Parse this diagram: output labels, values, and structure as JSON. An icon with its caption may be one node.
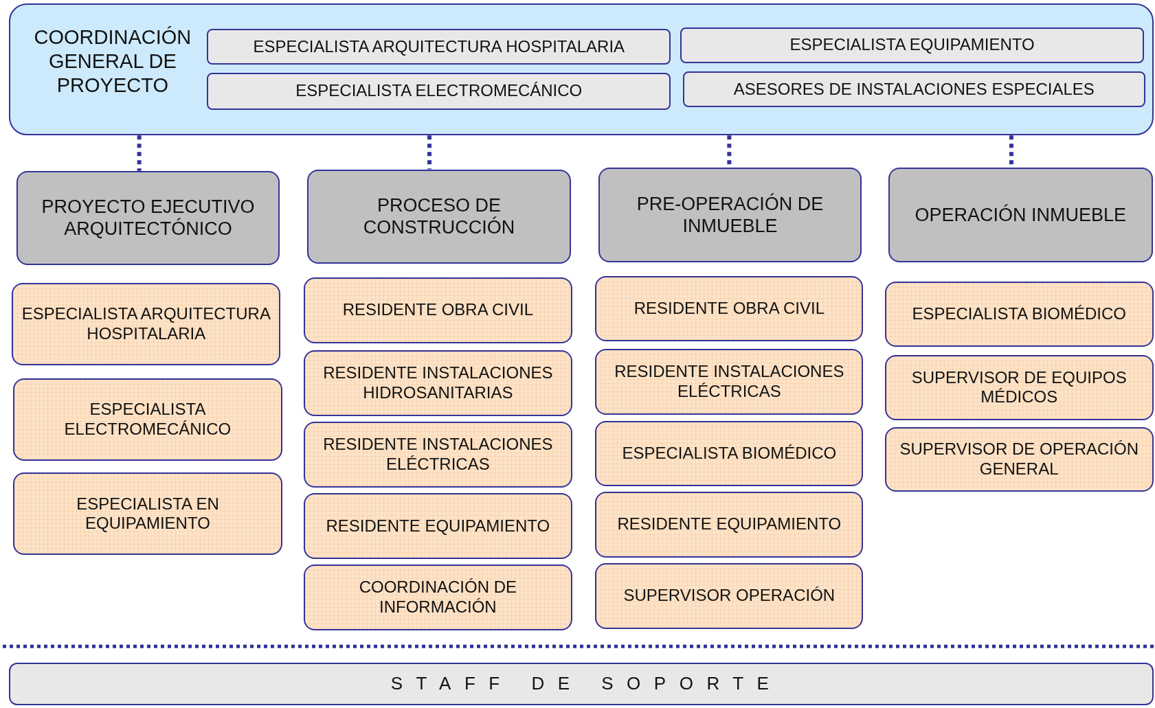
{
  "diagram": {
    "nodes": [
      {
        "text": [
          "COORDINACIÓN GENERAL DE PROYECTO"
        ]
      },
      {
        "text": [
          "ESPECIALISTA  ARQUITECTURA  HOSPITALARIA"
        ],
        "in": 0
      },
      {
        "text": [
          "ESPECIALISTA  EQUIPAMIENTO"
        ],
        "in": 0
      },
      {
        "text": [
          "ESPECIALISTA  ELECTROMECÁNICO"
        ],
        "in": 0
      },
      {
        "text": [
          "ASESORES DE INSTALACIONES ESPECIALES"
        ],
        "in": 0
      },
      {
        "text": [
          "PROYECTO EJECUTIVO ARQUITECTÓNICO"
        ]
      },
      {
        "text": [
          "PROCESO DE CONSTRUCCIÓN"
        ]
      },
      {
        "text": [
          "PRE-OPERACIÓN DE INMUEBLE"
        ]
      },
      {
        "text": [
          "OPERACIÓN INMUEBLE"
        ]
      },
      {
        "text": [
          "ESPECIALISTA ARQUITECTURA HOSPITALARIA"
        ]
      },
      {
        "text": [
          "ESPECIALISTA ELECTROMECÁNICO"
        ]
      },
      {
        "text": [
          "ESPECIALISTA  EN EQUIPAMIENTO"
        ]
      },
      {
        "text": [
          "RESIDENTE OBRA CIVIL"
        ]
      },
      {
        "text": [
          "RESIDENTE INSTALACIONES HIDROSANITARIAS"
        ]
      },
      {
        "text": [
          "RESIDENTE INSTALACIONES ELÉCTRICAS"
        ]
      },
      {
        "text": [
          "RESIDENTE EQUIPAMIENTO"
        ]
      },
      {
        "text": [
          "COORDINACIÓN DE INFORMACIÓN"
        ]
      },
      {
        "text": [
          "RESIDENTE OBRA CIVIL"
        ]
      },
      {
        "text": [
          "RESIDENTE INSTALACIONES ELÉCTRICAS"
        ]
      },
      {
        "text": [
          "ESPECIALISTA BIOMÉDICO"
        ]
      },
      {
        "text": [
          "RESIDENTE EQUIPAMIENTO"
        ]
      },
      {
        "text": [
          "SUPERVISOR OPERACIÓN"
        ]
      },
      {
        "text": [
          "ESPECIALISTA BIOMÉDICO"
        ]
      },
      {
        "text": [
          "SUPERVISOR DE EQUIPOS MÉDICOS"
        ]
      },
      {
        "text": [
          "SUPERVISOR DE OPERACIÓN GENERAL"
        ]
      },
      {
        "text": [
          "STAFF DE SOPORTE"
        ]
      }
    ],
    "edges": [
      {
        "from": 0,
        "to": 5,
        "arrow": "none",
        "style": "dashed"
      },
      {
        "from": 0,
        "to": 6,
        "arrow": "none",
        "style": "dashed"
      },
      {
        "from": 0,
        "to": 7,
        "arrow": "none",
        "style": "dashed"
      },
      {
        "from": 0,
        "to": 8,
        "arrow": "none",
        "style": "dashed"
      }
    ]
  }
}
